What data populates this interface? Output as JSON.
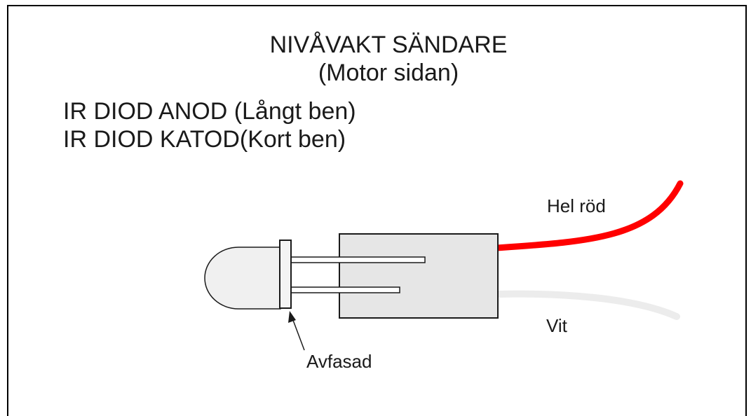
{
  "title": {
    "line1": "NIVÅVAKT SÄNDARE",
    "line2": "(Motor sidan)"
  },
  "pins": {
    "anode": "IR DIOD ANOD (Långt ben)",
    "cathode": "IR DIOD KATOD(Kort ben)"
  },
  "wires": {
    "red": {
      "label": "Hel röd",
      "color": "#ff0000"
    },
    "white": {
      "label": "Vit",
      "color": "#ececec"
    }
  },
  "callout": {
    "label": "Avfasad"
  },
  "colors": {
    "frame": "#000000",
    "led_body": "#f0f0f0",
    "housing": "#e6e6e6",
    "outline": "#1a1a1a"
  }
}
